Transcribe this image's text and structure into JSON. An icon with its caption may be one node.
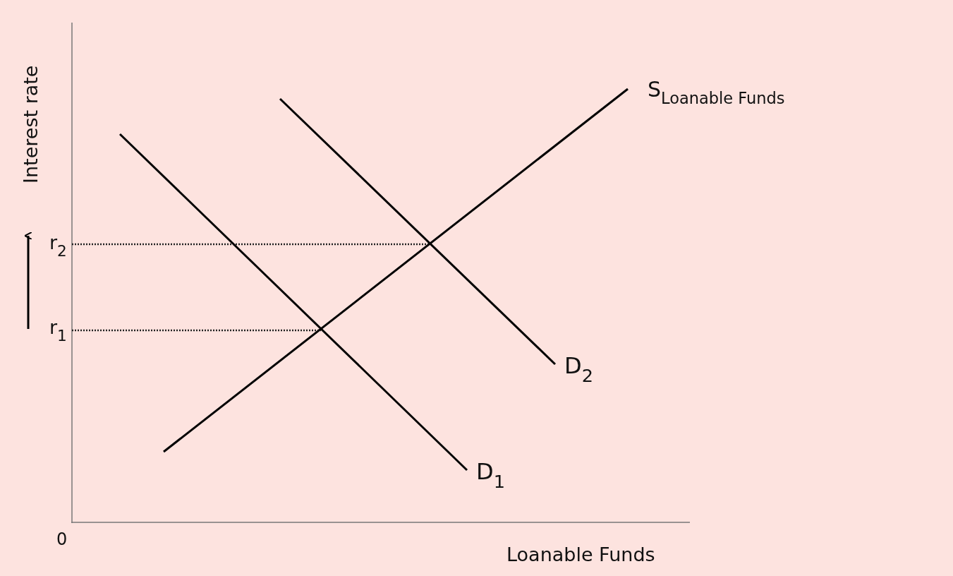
{
  "diagram": {
    "labels": [
      "Interest rate",
      "r$_{2}$",
      "r$_{1}$",
      "0",
      "Loanable Funds",
      "S$_{Loanable Funds}$",
      "D$_{2}$",
      "D$_{1}$"
    ]
  }
}
